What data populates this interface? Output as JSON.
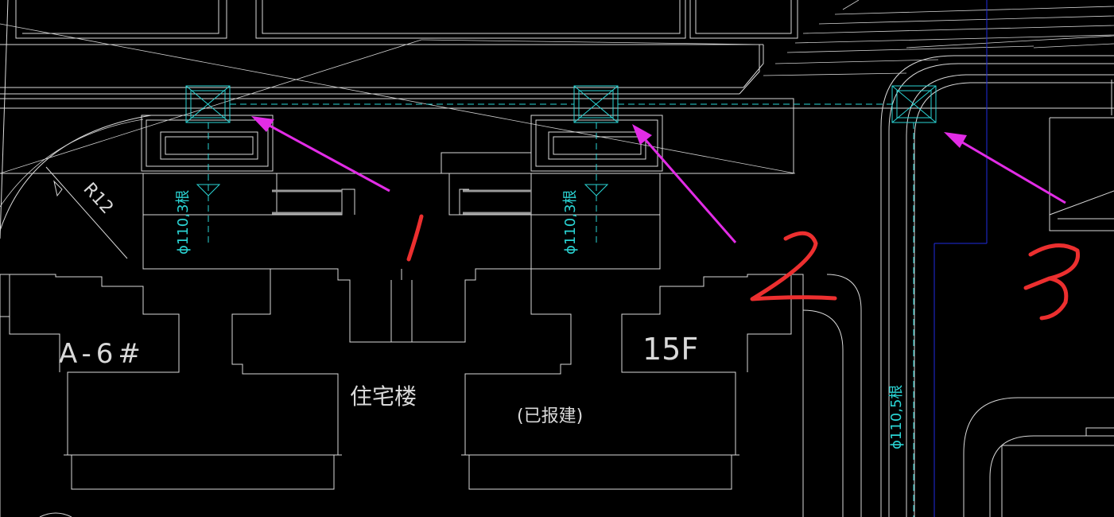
{
  "colors": {
    "background": "#000000",
    "linework": "#d9d9d9",
    "pipe": "#2ad4d4",
    "boundary": "#1f2de0",
    "arrow": "#e22ce6",
    "markup": "#ec2f2f"
  },
  "labels": {
    "building_id": "A-6#",
    "floors": "15F",
    "building_type": "住宅楼",
    "status": "(已报建)",
    "radius": "R12"
  },
  "pipes": {
    "pipe_1": "ϕ110,3根",
    "pipe_2": "ϕ110,3根",
    "pipe_3": "ϕ110,5根"
  },
  "markers": [
    "1",
    "2",
    "3"
  ]
}
